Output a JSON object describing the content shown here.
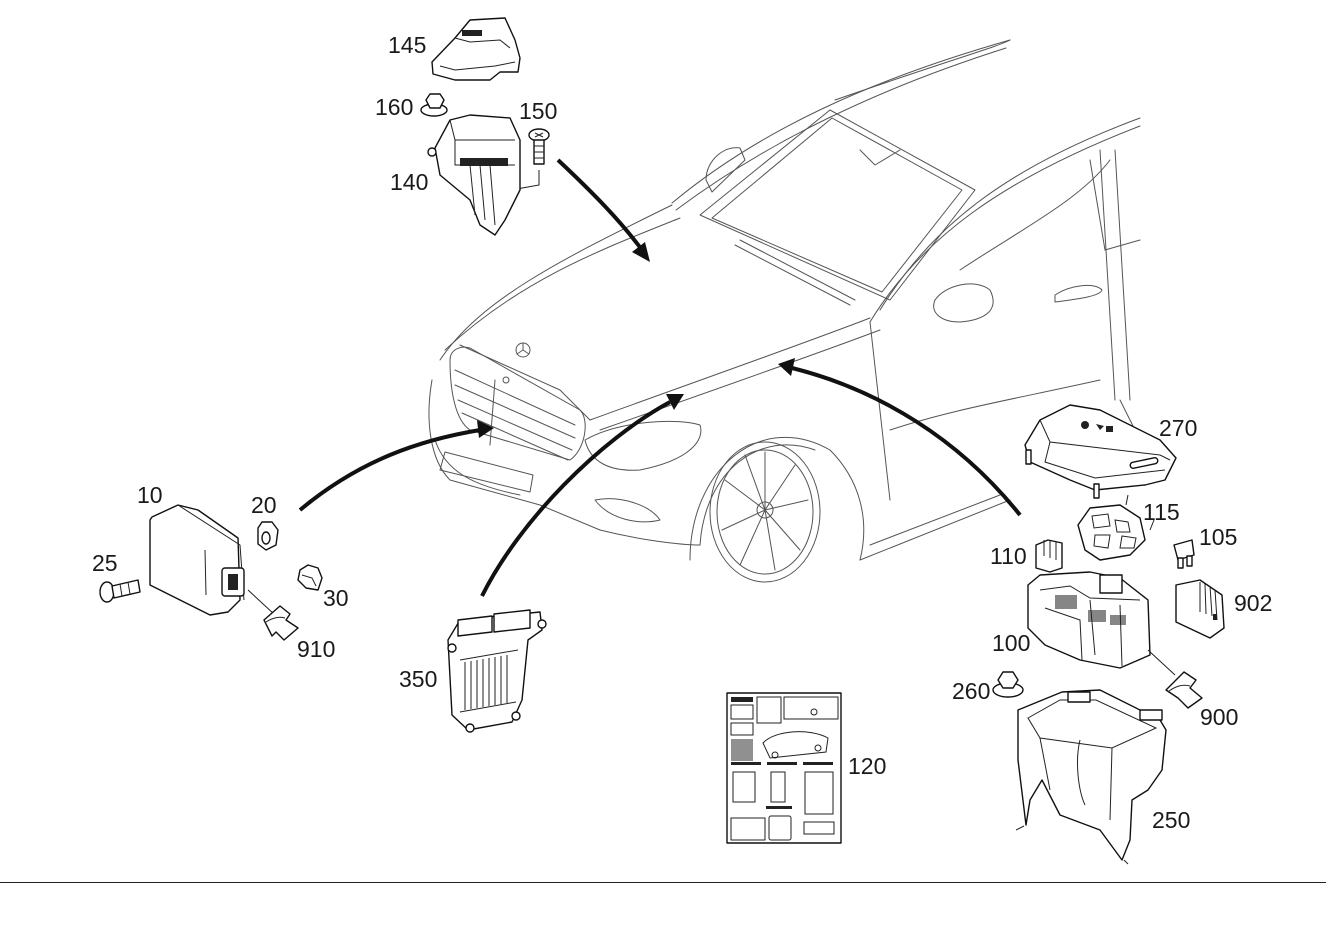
{
  "diagram": {
    "type": "exploded-parts-view",
    "subject": "vehicle front-end electrical components",
    "colors": {
      "line": "#111111",
      "background": "#ffffff"
    },
    "callouts": [
      {
        "id": "10",
        "label": "10",
        "part": "control-unit-housing"
      },
      {
        "id": "20",
        "label": "20",
        "part": "hex-nut"
      },
      {
        "id": "25",
        "label": "25",
        "part": "bolt"
      },
      {
        "id": "30",
        "label": "30",
        "part": "clip-nut"
      },
      {
        "id": "910",
        "label": "910",
        "part": "connector-tag"
      },
      {
        "id": "145",
        "label": "145",
        "part": "cover"
      },
      {
        "id": "160",
        "label": "160",
        "part": "flange-nut"
      },
      {
        "id": "150",
        "label": "150",
        "part": "screw"
      },
      {
        "id": "140",
        "label": "140",
        "part": "module-with-bracket"
      },
      {
        "id": "350",
        "label": "350",
        "part": "engine-control-unit"
      },
      {
        "id": "120",
        "label": "120",
        "part": "fuse-assignment-chart"
      },
      {
        "id": "270",
        "label": "270",
        "part": "fuse-box-cover"
      },
      {
        "id": "115",
        "label": "115",
        "part": "relay-carrier"
      },
      {
        "id": "110",
        "label": "110",
        "part": "relay"
      },
      {
        "id": "105",
        "label": "105",
        "part": "blade-fuse"
      },
      {
        "id": "902",
        "label": "902",
        "part": "fuse-holder"
      },
      {
        "id": "100",
        "label": "100",
        "part": "fuse-relay-box"
      },
      {
        "id": "260",
        "label": "260",
        "part": "flange-nut"
      },
      {
        "id": "900",
        "label": "900",
        "part": "connector-tag"
      },
      {
        "id": "250",
        "label": "250",
        "part": "fuse-box-housing"
      }
    ]
  }
}
